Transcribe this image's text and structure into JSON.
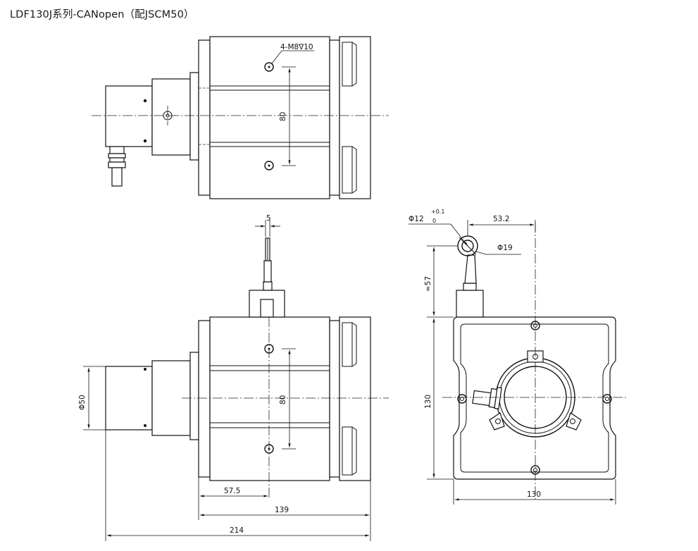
{
  "title": "LDF130J系列-CANopen（配JSCM50）",
  "top_view": {
    "hole_note": "4-M8∇10",
    "spacing": "80"
  },
  "front_view": {
    "spacing": "80",
    "encoder_diameter": "Φ50",
    "wire_width": "5",
    "dim_57_5": "57.5",
    "dim_139": "139",
    "dim_214": "214"
  },
  "side_view": {
    "eye_diameter": "Φ12",
    "eye_tol_upper": "+0.1",
    "eye_tol_lower": "0",
    "eye_offset": "53.2",
    "eye_outer": "Φ19",
    "eye_height": "≈57",
    "height": "130",
    "width": "130"
  }
}
